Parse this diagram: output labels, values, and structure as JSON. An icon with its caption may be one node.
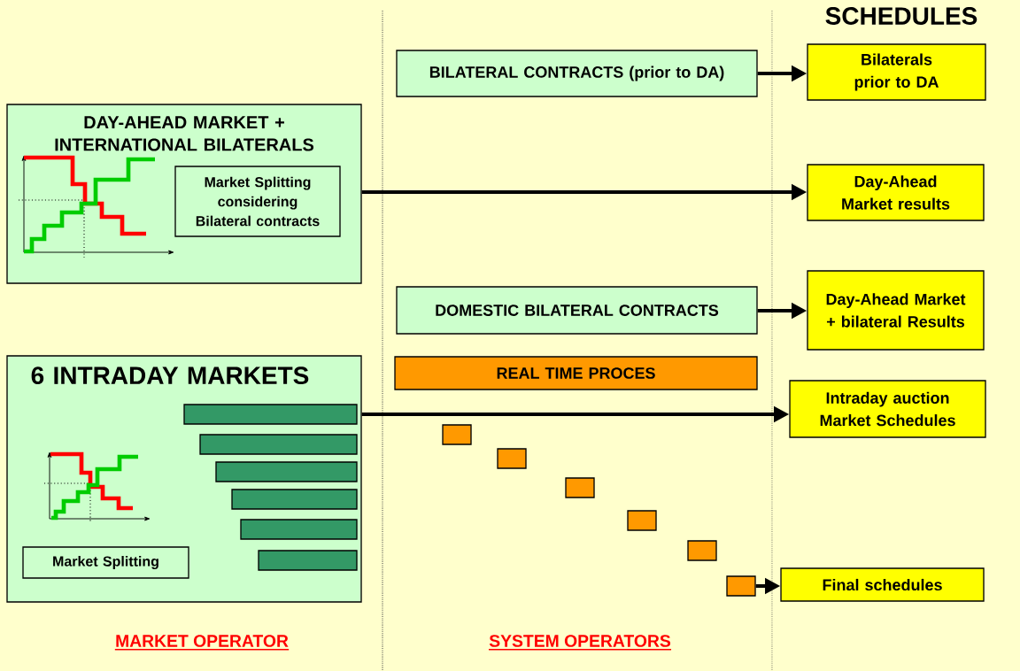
{
  "diagram": {
    "nodes": [
      {
        "text": [
          "DAY-AHEAD MARKET + INTERNATIONAL BILATERALS"
        ]
      },
      {
        "text": [
          "Market Splitting considering Bilateral contracts"
        ],
        "in": 0
      },
      {
        "text": [
          "6 INTRADAY MARKETS"
        ]
      },
      {
        "text": [
          "Market Splitting"
        ],
        "in": 2
      },
      {
        "text": [
          "BILATERAL CONTRACTS (prior to DA)"
        ]
      },
      {
        "text": [
          "DOMESTIC BILATERAL CONTRACTS"
        ]
      },
      {
        "text": [
          "REAL TIME PROCES"
        ]
      },
      {
        "text": [
          "Bilaterals prior to DA"
        ]
      },
      {
        "text": [
          "Day-Ahead Market results"
        ]
      },
      {
        "text": [
          "Day-Ahead Market + bilateral Results"
        ]
      },
      {
        "text": [
          "Intraday auction Market Schedules"
        ]
      },
      {
        "text": [
          "Final schedules"
        ]
      },
      {
        "text": [],
        "shape": "bar",
        "in": 2
      },
      {
        "text": [],
        "shape": "bar",
        "in": 2
      },
      {
        "text": [],
        "shape": "bar",
        "in": 2
      },
      {
        "text": [],
        "shape": "bar",
        "in": 2
      },
      {
        "text": [],
        "shape": "bar",
        "in": 2
      },
      {
        "text": [],
        "shape": "bar",
        "in": 2
      },
      {
        "text": [],
        "shape": "box"
      },
      {
        "text": [],
        "shape": "box"
      },
      {
        "text": [],
        "shape": "box"
      },
      {
        "text": [],
        "shape": "box"
      },
      {
        "text": [],
        "shape": "box"
      },
      {
        "text": [],
        "shape": "box"
      }
    ],
    "edges": [
      {
        "from": 4,
        "to": 7,
        "arrow": "to"
      },
      {
        "from": 0,
        "to": 8,
        "arrow": "to"
      },
      {
        "from": 5,
        "to": 9,
        "arrow": "to"
      },
      {
        "from": 2,
        "to": 10,
        "arrow": "to"
      },
      {
        "from": 23,
        "to": 11,
        "arrow": "to"
      }
    ],
    "labels": [
      "SCHEDULES",
      "MARKET OPERATOR",
      "SYSTEM OPERATORS"
    ]
  }
}
